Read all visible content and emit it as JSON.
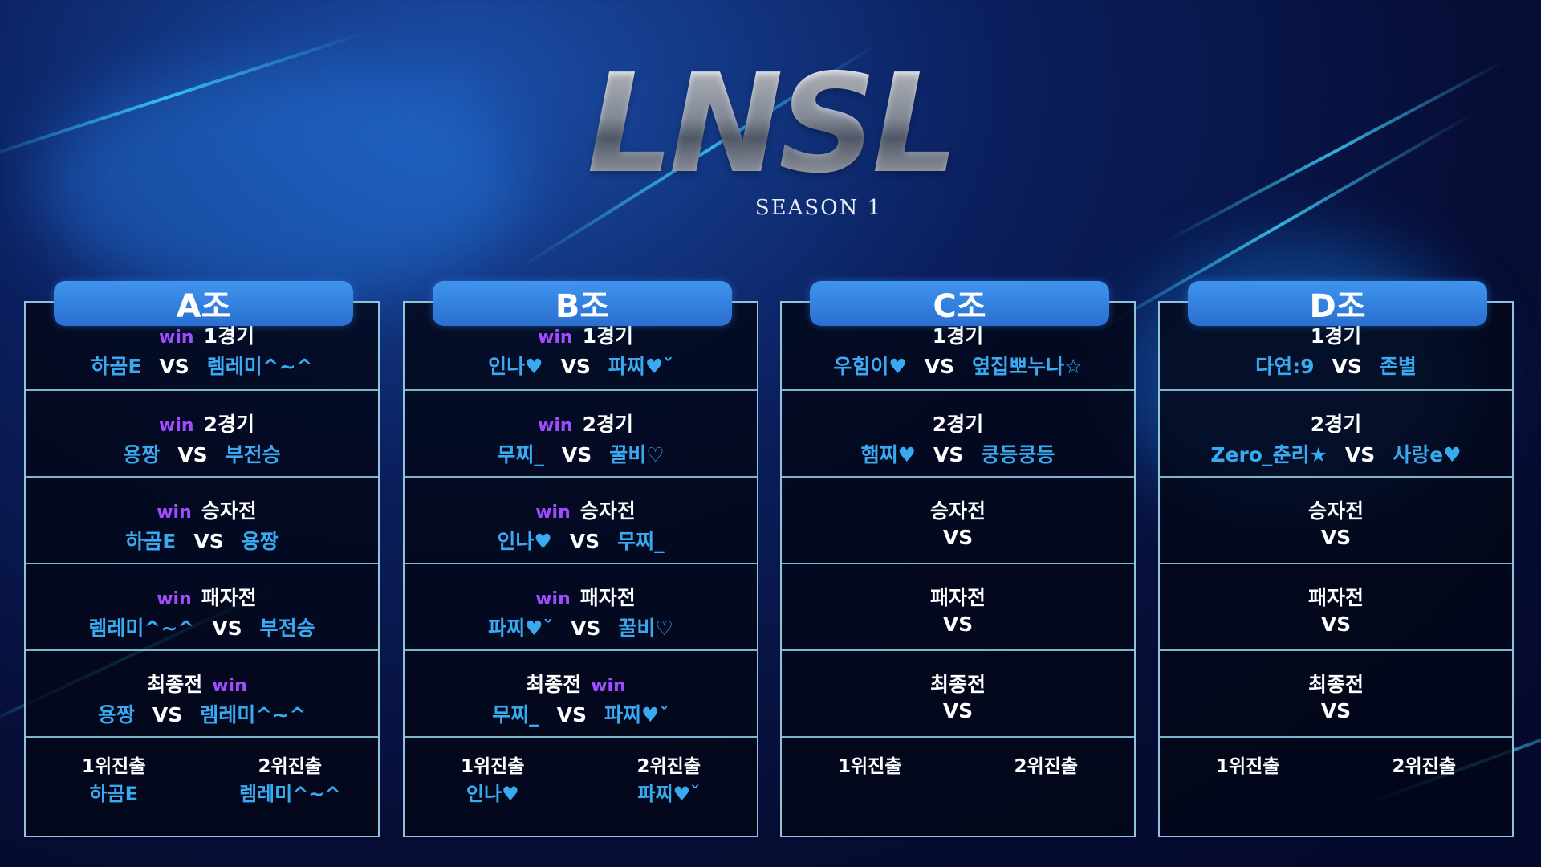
{
  "logo": {
    "title": "LNSL",
    "subtitle": "SEASON 1"
  },
  "labels": {
    "win": "win",
    "vs": "VS",
    "first": "1위진출",
    "second": "2위진출"
  },
  "groups": [
    {
      "name": "A조",
      "matches": [
        {
          "title": "1경기",
          "left": "하곰E",
          "right": "렘레미^~^",
          "win": "before"
        },
        {
          "title": "2경기",
          "left": "용짱",
          "right": "부전승",
          "win": "before"
        },
        {
          "title": "승자전",
          "left": "하곰E",
          "right": "용짱",
          "win": "before"
        },
        {
          "title": "패자전",
          "left": "렘레미^~^",
          "right": "부전승",
          "win": "before"
        },
        {
          "title": "최종전",
          "left": "용짱",
          "right": "렘레미^~^",
          "win": "after"
        }
      ],
      "first": "하곰E",
      "second": "렘레미^~^"
    },
    {
      "name": "B조",
      "matches": [
        {
          "title": "1경기",
          "left": "인나♥",
          "right": "파찌♥ˇ",
          "win": "before"
        },
        {
          "title": "2경기",
          "left": "무찌_",
          "right": "꿀비♡",
          "win": "before"
        },
        {
          "title": "승자전",
          "left": "인나♥",
          "right": "무찌_",
          "win": "before"
        },
        {
          "title": "패자전",
          "left": "파찌♥ˇ",
          "right": "꿀비♡",
          "win": "before"
        },
        {
          "title": "최종전",
          "left": "무찌_",
          "right": "파찌♥ˇ",
          "win": "after"
        }
      ],
      "first": "인나♥",
      "second": "파찌♥ˇ"
    },
    {
      "name": "C조",
      "matches": [
        {
          "title": "1경기",
          "left": "우힘이♥",
          "right": "옆집뽀누나☆",
          "win": ""
        },
        {
          "title": "2경기",
          "left": "햄찌♥",
          "right": "쿵등쿵등",
          "win": ""
        },
        {
          "title": "승자전",
          "left": "",
          "right": "",
          "win": ""
        },
        {
          "title": "패자전",
          "left": "",
          "right": "",
          "win": ""
        },
        {
          "title": "최종전",
          "left": "",
          "right": "",
          "win": ""
        }
      ],
      "first": "",
      "second": ""
    },
    {
      "name": "D조",
      "matches": [
        {
          "title": "1경기",
          "left": "다연:9",
          "right": "존별",
          "win": ""
        },
        {
          "title": "2경기",
          "left": "Zero_춘리★",
          "right": "사랑e♥",
          "win": ""
        },
        {
          "title": "승자전",
          "left": "",
          "right": "",
          "win": ""
        },
        {
          "title": "패자전",
          "left": "",
          "right": "",
          "win": ""
        },
        {
          "title": "최종전",
          "left": "",
          "right": "",
          "win": ""
        }
      ],
      "first": "",
      "second": ""
    }
  ]
}
